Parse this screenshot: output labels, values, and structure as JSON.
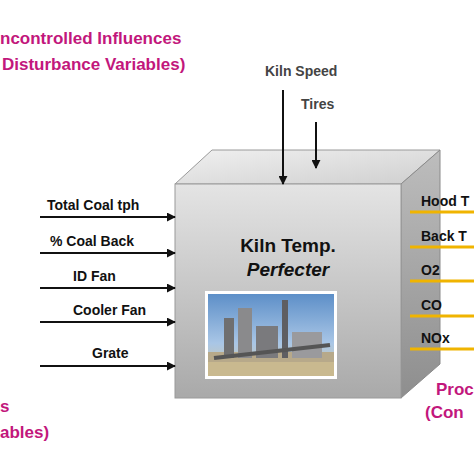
{
  "diagram": {
    "nodes": [
      {
        "text": [
          "Kiln Temp.",
          "Perfecter"
        ]
      }
    ],
    "labels": [
      "ncontrolled Influences",
      "Disturbance Variables)",
      "Kiln Speed",
      "Tires",
      "Total Coal tph",
      "% Coal Back",
      "ID Fan",
      "Cooler Fan",
      "Grate",
      "Hood T",
      "Back T",
      "O2",
      "CO",
      "NOx",
      "s",
      "ables)",
      "Proc",
      "(Con"
    ]
  }
}
